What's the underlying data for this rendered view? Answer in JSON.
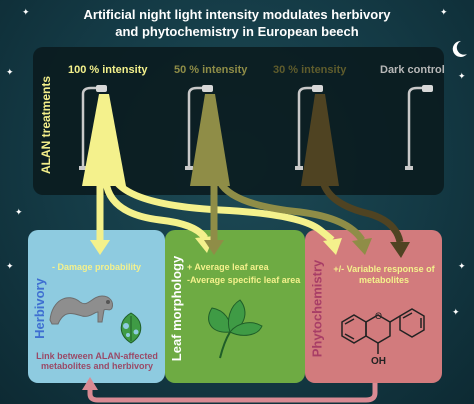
{
  "title": {
    "line1": "Artificial night light intensity modulates herbivory",
    "line2": "and phytochemistry in European beech"
  },
  "treatments_label": "ALAN treatments",
  "treatments": [
    {
      "label": "100 % intensity",
      "color": "#f4f18c"
    },
    {
      "label": "50 % intensity",
      "color": "#8f8d47"
    },
    {
      "label": "30 % intensity",
      "color": "#5f5c2c"
    },
    {
      "label": "Dark control",
      "color": "#b8b8b8"
    }
  ],
  "boxes": {
    "herbivory": {
      "label": "Herbivory",
      "color": "#8ecbe0",
      "items": [
        "- Damage probability"
      ],
      "link": "Link between ALAN-affected metabolites and herbivory"
    },
    "leaf_morphology": {
      "label": "Leaf morphology",
      "color": "#6eab43",
      "items": [
        "+ Average leaf area",
        "-Average specific leaf area"
      ]
    },
    "phytochemistry": {
      "label": "Phytochemistry",
      "color": "#d27b7d",
      "items": [
        "+/- Variable response of",
        "metabolites"
      ],
      "oh_label": "OH"
    }
  },
  "colors": {
    "arrow_100": "#f4f18c",
    "arrow_50": "#8f8d47",
    "arrow_30": "#4f4322",
    "feedback_arrow": "#d98a93"
  }
}
